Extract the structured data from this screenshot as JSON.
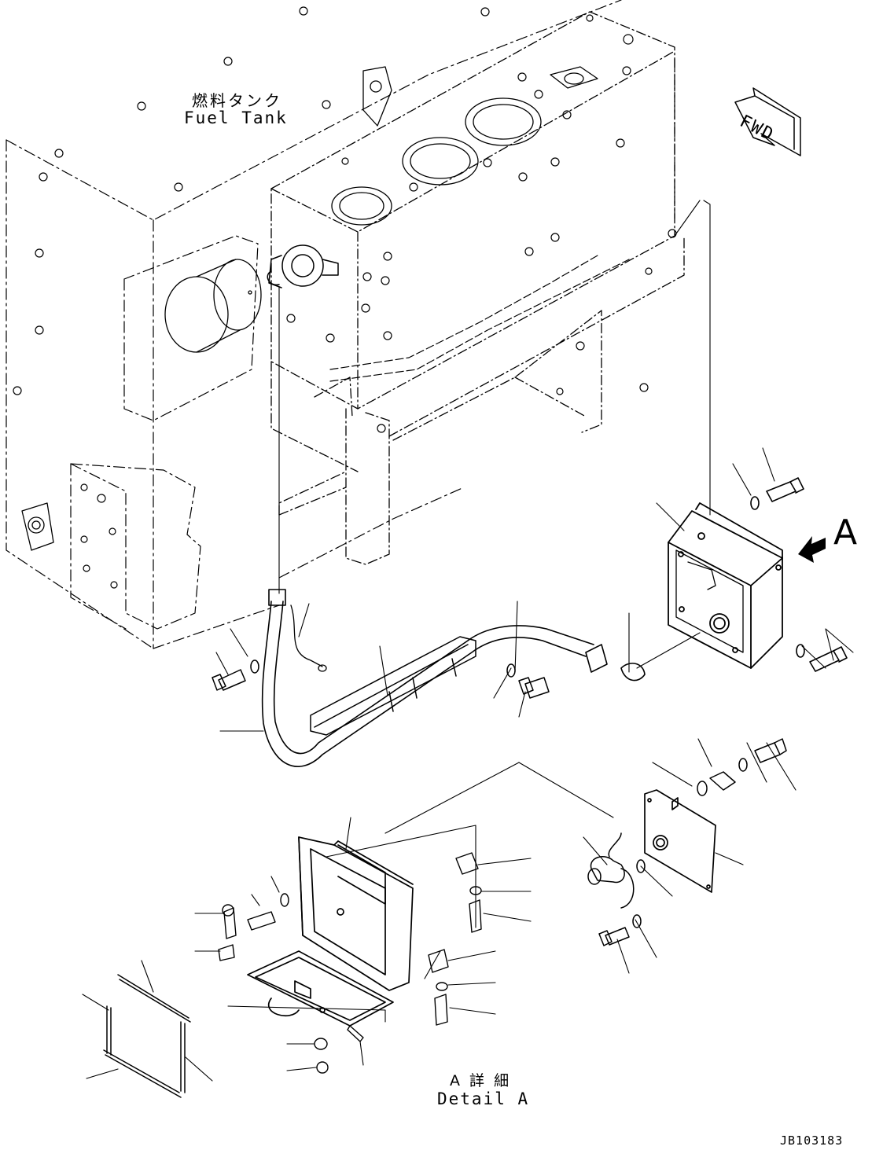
{
  "labels": {
    "fuel_tank_ja": "燃料タンク",
    "fuel_tank_en": "Fuel Tank",
    "fwd": "FWD",
    "view_letter": "A",
    "detail_ja": "A 詳 細",
    "detail_en": "Detail A",
    "drawing_number": "JB103183"
  },
  "colors": {
    "line": "#000000",
    "background": "#ffffff"
  }
}
